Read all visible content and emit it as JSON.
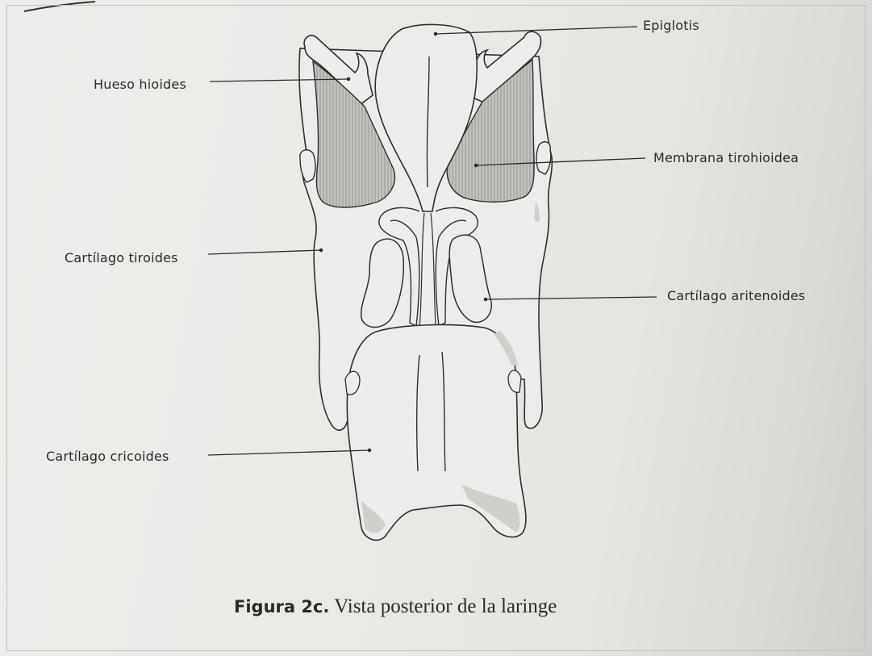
{
  "labels": {
    "epiglotis": "Epiglotis",
    "hueso_hioides": "Hueso hioides",
    "membrana_tirohioidea": "Membrana tirohioidea",
    "cartilago_tiroides": "Cartílago tiroides",
    "cartilago_aritenoides": "Cartílago aritenoides",
    "cartilago_cricoides": "Cartílago cricoides"
  },
  "caption": {
    "figure_number": "Figura 2c.",
    "text": " Vista posterior de la laringe"
  },
  "colors": {
    "paper": "#e9eae6",
    "line": "#2f2f2f",
    "cartilage_fill": "#ebebe8",
    "shading": "#c9c9c6",
    "membrane_fill": "#bdbdba"
  }
}
